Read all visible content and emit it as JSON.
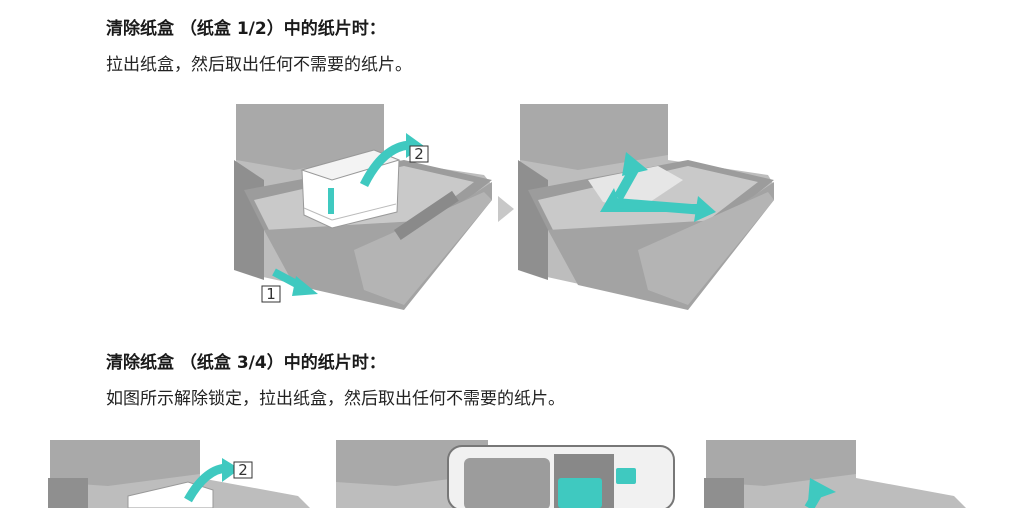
{
  "section1": {
    "heading": "清除纸盒 （纸盒 1/2）中的纸片时：",
    "instruction": "拉出纸盒，然后取出任何不需要的纸片。",
    "step_labels": [
      "1",
      "2"
    ]
  },
  "section2": {
    "heading": "清除纸盒 （纸盒 3/4）中的纸片时：",
    "instruction": "如图所示解除锁定，拉出纸盒，然后取出任何不需要的纸片。",
    "step_labels": [
      "2"
    ]
  },
  "colors": {
    "arrow_teal": "#3fc9c0",
    "machine_gray": "#9a9a9a",
    "machine_light": "#bdbdbd",
    "machine_dark": "#6e6e6e",
    "separator_arrow": "#c8c8c8"
  }
}
